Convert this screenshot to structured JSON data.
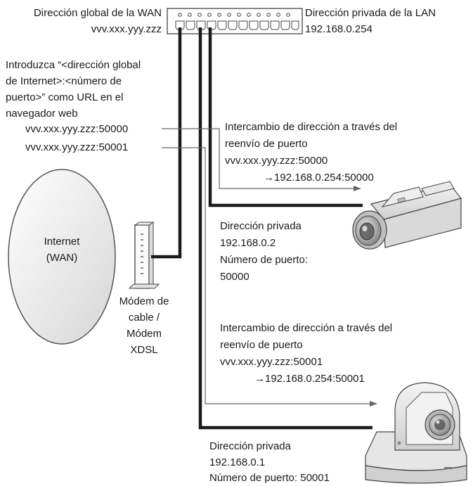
{
  "wan_global_label": "Dirección global de la WAN",
  "wan_global_address": "vvv.xxx.yyy.zzz",
  "lan_private_label": "Dirección privada de la LAN",
  "lan_private_address": "192.168.0.254",
  "instruction_lines": [
    "Introduzca “<dirección global",
    "de Internet>:<número de",
    "puerto>” como URL en el",
    "navegador web"
  ],
  "url_port_50000": "vvv.xxx.yyy.zzz:50000",
  "url_port_50001": "vvv.xxx.yyy.zzz:50001",
  "forward1": {
    "lines": [
      "Intercambio de dirección a través del",
      "reenvío de puerto",
      "vvv.xxx.yyy.zzz:50000",
      "→192.168.0.254:50000"
    ]
  },
  "camera1": {
    "lines": [
      "Dirección privada",
      "192.168.0.2",
      "Número de puerto:",
      "50000"
    ]
  },
  "internet": {
    "line1": "Internet",
    "line2": "(WAN)"
  },
  "modem": {
    "lines": [
      "Módem de",
      "cable /",
      "Módem",
      "XDSL"
    ]
  },
  "forward2": {
    "lines": [
      "Intercambio de dirección a través del",
      "reenvío de puerto",
      "vvv.xxx.yyy.zzz:50001",
      "→192.168.0.254:50001"
    ]
  },
  "camera2": {
    "lines": [
      "Dirección privada",
      "192.168.0.1",
      "Número de puerto: 50001"
    ]
  }
}
